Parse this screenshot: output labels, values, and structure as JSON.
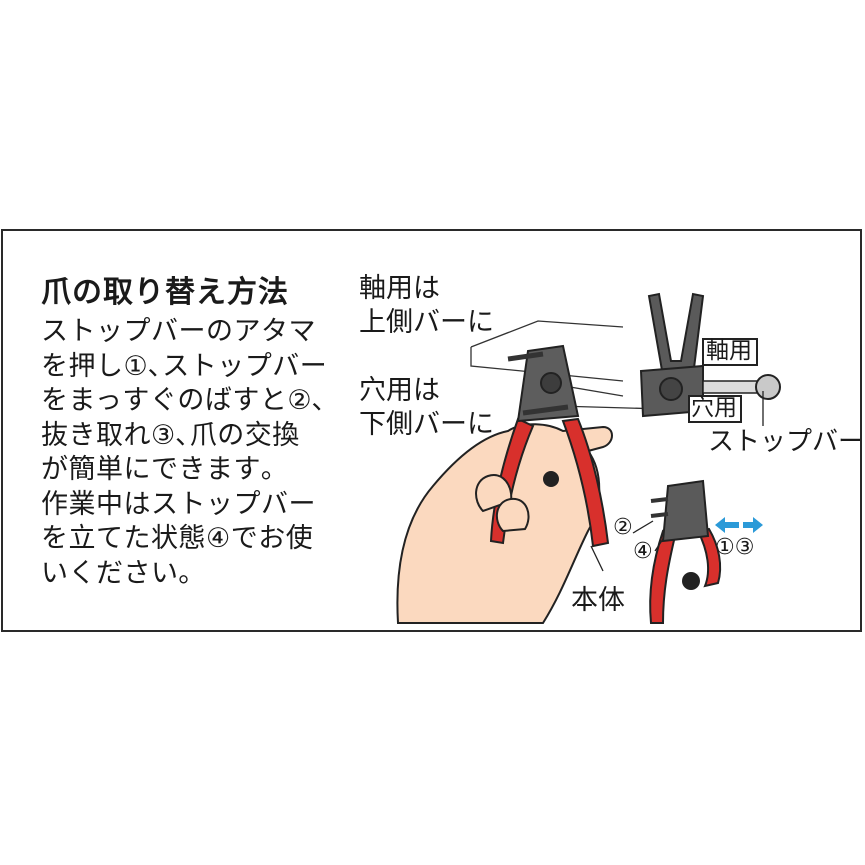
{
  "instructions": {
    "title": "爪の取り替え方法",
    "lines": [
      "ストップバーのアタマ",
      "を押し①､ストップバー",
      "をまっすぐのばすと②､",
      "抜き取れ③､爪の交換",
      "が簡単にできます｡",
      "作業中はストップバー",
      "を立てた状態④でお使",
      "いください｡"
    ]
  },
  "diagram": {
    "label_shaft_line1": "軸用は",
    "label_shaft_line2": "上側バーに",
    "label_hole_line1": "穴用は",
    "label_hole_line2": "下側バーに",
    "tag_shaft": "軸用",
    "tag_hole": "穴用",
    "label_stop_bar": "ストップバー",
    "label_body": "本体",
    "step_2": "②",
    "step_4": "④",
    "step_1_3": "①③"
  },
  "colors": {
    "handle_red": "#d8302c",
    "arrow_blue": "#2b9ad8",
    "skin": "#fbd9bf",
    "outline": "#222222"
  }
}
